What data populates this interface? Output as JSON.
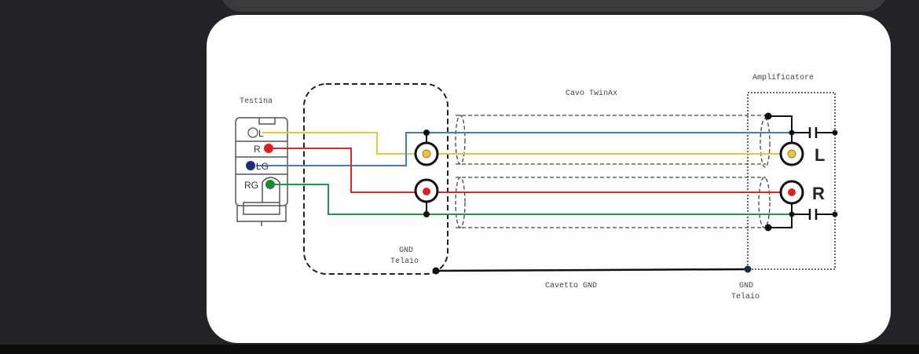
{
  "diagram": {
    "labels": {
      "cartridge": "Testina",
      "cable": "Cavo TwinAx",
      "amplifier": "Amplificatore",
      "gnd_left_1": "GND",
      "gnd_left_2": "Telaio",
      "gnd_cable": "Cavetto GND",
      "gnd_right_1": "GND",
      "gnd_right_2": "Telaio"
    },
    "pins": {
      "l": "L",
      "r": "R",
      "lg": "LG",
      "rg": "RG"
    },
    "outputs": {
      "left": "L",
      "right": "R"
    },
    "colors": {
      "left": "#e8c53a",
      "right": "#d9272e",
      "left_ground": "#3f7fb5",
      "right_ground": "#1e9a4a",
      "gnd": "#111111"
    }
  }
}
